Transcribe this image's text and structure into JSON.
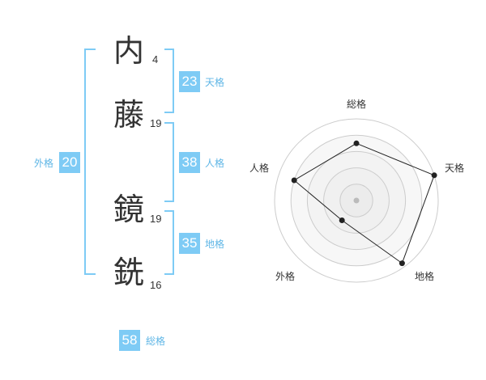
{
  "name": {
    "chars": [
      {
        "char": "内",
        "strokes": "4"
      },
      {
        "char": "藤",
        "strokes": "19"
      },
      {
        "char": "鏡",
        "strokes": "19"
      },
      {
        "char": "銑",
        "strokes": "16"
      }
    ]
  },
  "fortunes": {
    "tenkaku": {
      "value": "23",
      "label": "天格"
    },
    "jinkaku": {
      "value": "38",
      "label": "人格"
    },
    "chikaku": {
      "value": "35",
      "label": "地格"
    },
    "gaikaku": {
      "value": "20",
      "label": "外格"
    },
    "soukaku": {
      "value": "58",
      "label": "総格"
    }
  },
  "colors": {
    "accent": "#7ecbf5",
    "label_text": "#5fb6e6",
    "kanji_text": "#333333"
  },
  "chart_data": {
    "type": "radar",
    "axes": [
      "総格",
      "天格",
      "地格",
      "外格",
      "人格"
    ],
    "values": [
      0.7,
      1.0,
      0.95,
      0.3,
      0.8
    ],
    "range": [
      0,
      1
    ],
    "rings": 5
  }
}
